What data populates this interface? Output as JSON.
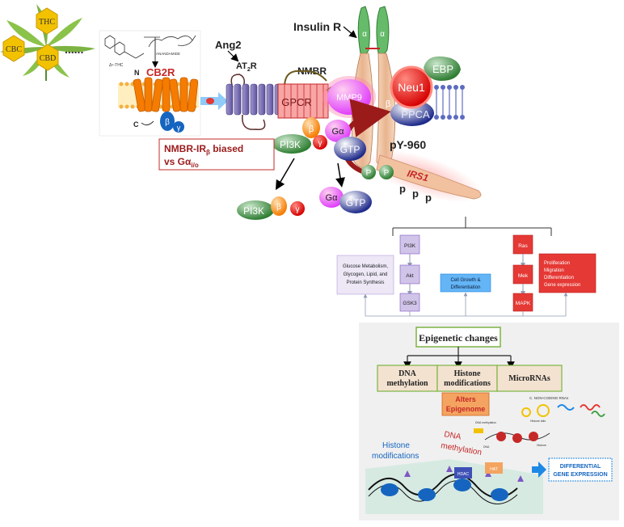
{
  "cannabinoids": {
    "thc": "THC",
    "cbc": "CBC",
    "cbd": "CBD",
    "dots": "......",
    "thc_struct_label": "Δ⁹-THC",
    "anandamide_label": "ANANDAMIDE"
  },
  "receptors": {
    "cb2r": "CB2R",
    "n_terminal": "N",
    "c_terminal": "C",
    "beta": "β",
    "gamma": "γ",
    "ang2": "Ang2",
    "at2r_main": "AT",
    "at2r_sub": "2",
    "at2r_end": "R",
    "nmbr": "NMBR",
    "gpcr": "GPCR",
    "mmp9": "MMP9",
    "insulin_r": "Insulin R",
    "alpha": "α",
    "neu1": "Neu1",
    "ebp": "EBP",
    "ppca": "PPCA",
    "pi3k": "PI3K",
    "g_alpha": "Gα",
    "gtp": "GTP",
    "py960": "pY-960",
    "p": "P",
    "p_small": "p",
    "irs1": "IRS1"
  },
  "biased_box": {
    "line1_main": "NMBR-IR",
    "line1_sub": "β",
    "line1_end": " biased",
    "line2_main": "vs Gα",
    "line2_sub": "i/o"
  },
  "pathways": {
    "glucose": [
      "Glucose Metabolism,",
      "Glycogen, Lipid, and",
      "Protein Synthesis"
    ],
    "pi3k_chain": [
      "PI3K",
      "Akt",
      "GSK3"
    ],
    "cell_growth": [
      "Cell Growth &",
      "Differentiation"
    ],
    "ras_chain": [
      "Ras",
      "Mek",
      "MAPK"
    ],
    "proliferation": [
      "Proliferation",
      "Migration",
      "Differentiation",
      "Gene expression"
    ]
  },
  "epigenetic": {
    "title": "Epigenetic changes",
    "dna_methylation": [
      "DNA",
      "methylation"
    ],
    "histone_modifications": [
      "Histone",
      "modifications"
    ],
    "micrornas": "MicroRNAs",
    "alters": [
      "Alters",
      "Epigenome"
    ],
    "noncoding": "C. NON-CODING RNAs",
    "dna_meth_red": [
      "DNA",
      "methylation"
    ],
    "histone_blue": [
      "Histone",
      "modifications"
    ],
    "hdac": "HDAC",
    "hat": "HAT",
    "differential": [
      "DIFFERENTIAL",
      "GENE EXPRESSION"
    ],
    "small_dna": "DNA",
    "small_histone": "Histone",
    "small_histone_tails": "Histone tails",
    "small_methylation": "DNA methylation"
  },
  "colors": {
    "hex_yellow": "#f2c200",
    "leaf_green": "#7cb342",
    "red_text": "#c62828",
    "dark_red": "#8b1a1a",
    "pink": "#e91e63",
    "gtp_blue": "#1a237e",
    "box_purple": "#ede7f6",
    "box_blue": "#64b5f6",
    "box_red": "#e53935",
    "epi_green_border": "#7cb342",
    "epi_tan": "#f3e2d0",
    "epi_bg": "#f0f0f0"
  }
}
